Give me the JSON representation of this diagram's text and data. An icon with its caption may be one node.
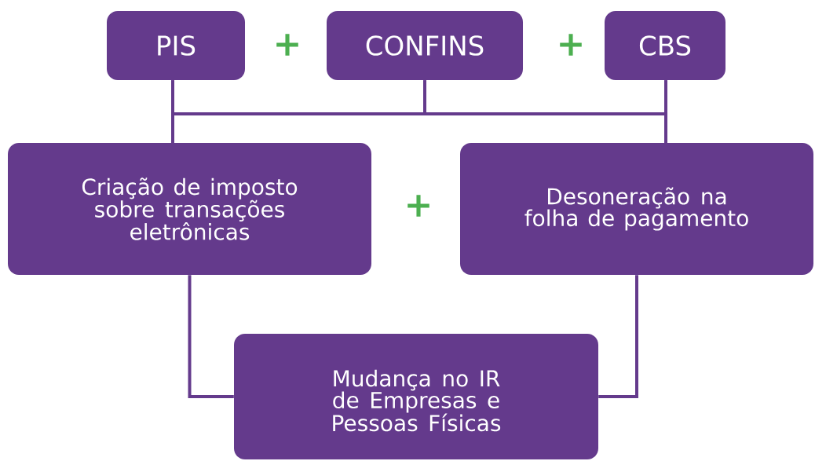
{
  "diagram": {
    "nodes": [
      {
        "text": [
          "PIS"
        ]
      },
      {
        "text": [
          "CONFINS"
        ]
      },
      {
        "text": [
          "CBS"
        ]
      },
      {
        "text": [
          "Criação de imposto sobre transações eletrônicas"
        ]
      },
      {
        "text": [
          "Desoneração na folha de pagamento"
        ]
      },
      {
        "text": [
          "Mudança no IR de Empresas e Pessoas Físicas"
        ]
      }
    ],
    "edges": [
      {
        "from": 0,
        "to": 3,
        "arrow": "none"
      },
      {
        "from": 0,
        "to": 4,
        "arrow": "none"
      },
      {
        "from": 1,
        "to": 3,
        "arrow": "none"
      },
      {
        "from": 1,
        "to": 4,
        "arrow": "none"
      },
      {
        "from": 2,
        "to": 3,
        "arrow": "none"
      },
      {
        "from": 2,
        "to": 4,
        "arrow": "none"
      },
      {
        "from": 3,
        "to": 5,
        "arrow": "none"
      },
      {
        "from": 4,
        "to": 5,
        "arrow": "none"
      }
    ],
    "labels": [
      "+",
      "+",
      "+"
    ]
  }
}
